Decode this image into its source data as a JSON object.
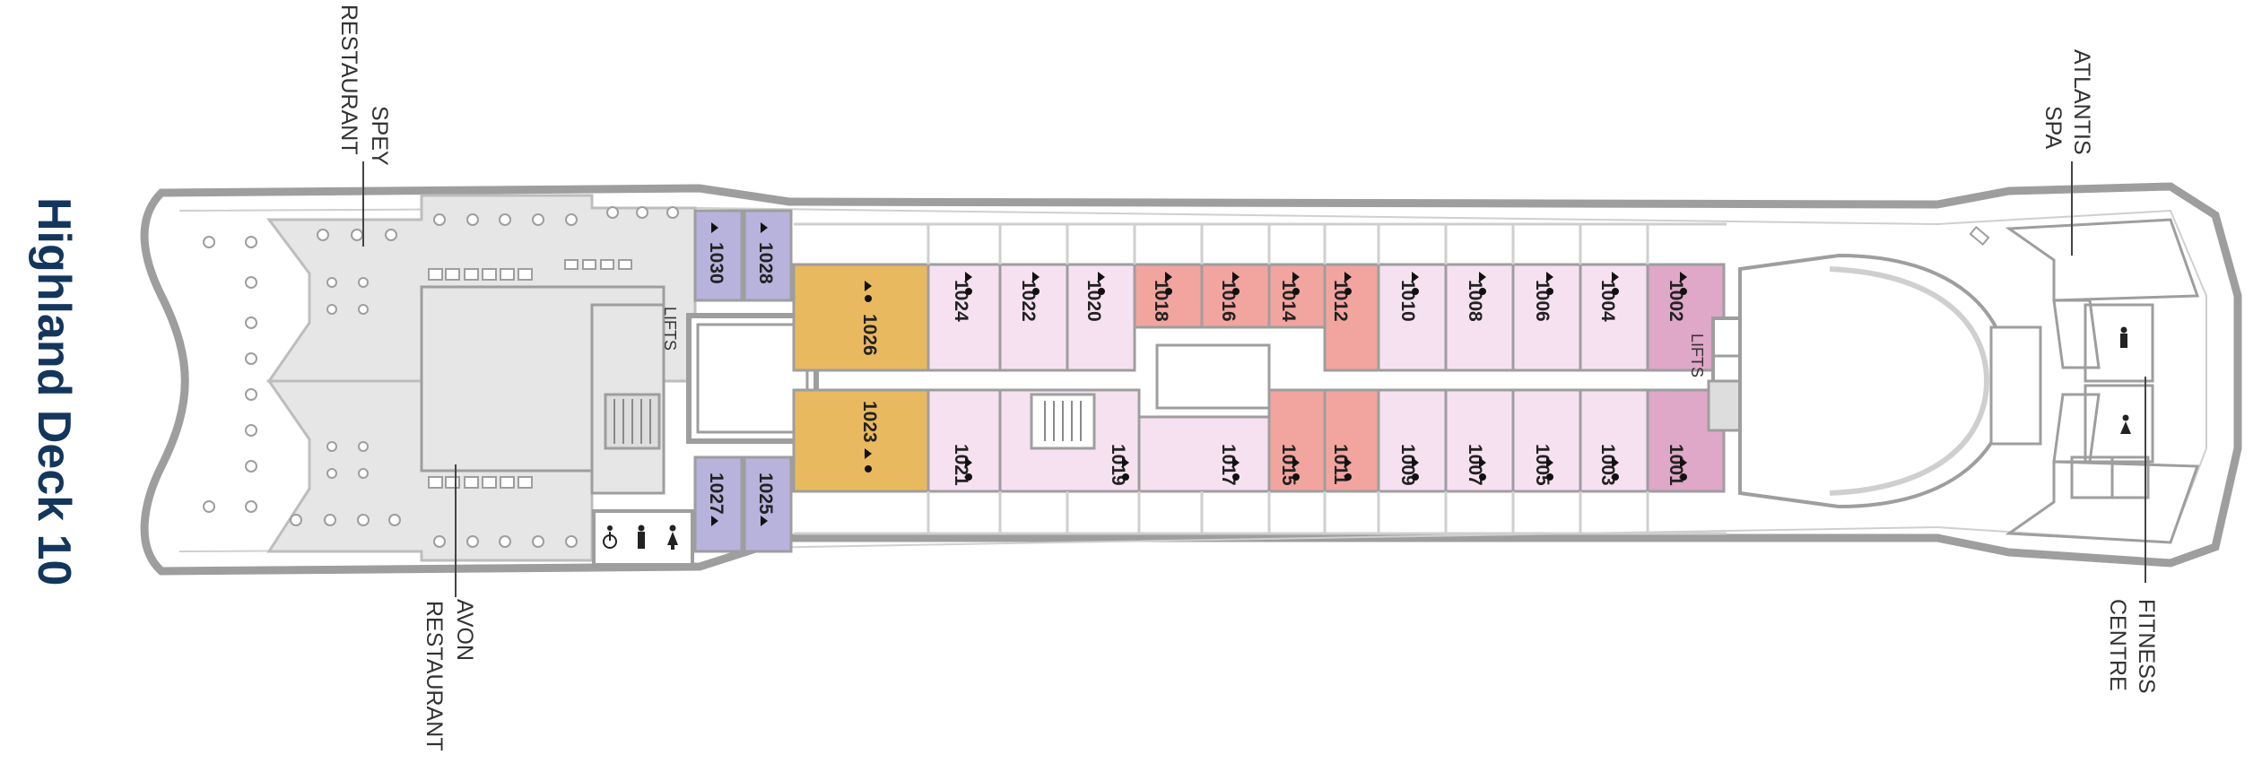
{
  "title": "Highland Deck 10",
  "colors": {
    "hull": "#9e9e9e",
    "public_area": "#e6e6e6",
    "cabin_pink_light": "#f6e1f1",
    "cabin_salmon": "#f2a49f",
    "cabin_mauve": "#dfa7c8",
    "cabin_lavender": "#b7b3dc",
    "cabin_gold": "#e8b95f",
    "title": "#14365d"
  },
  "labels": {
    "spey_restaurant": [
      "SPEY",
      "RESTAURANT"
    ],
    "avon_restaurant": [
      "AVON",
      "RESTAURANT"
    ],
    "atlantis_spa": [
      "ATLANTIS",
      "SPA"
    ],
    "fitness_centre": [
      "FITNESS",
      "CENTRE"
    ],
    "lifts_forward": "LIFTS",
    "lifts_aft": "LIFTS"
  },
  "cabins_top": [
    "1030",
    "1028",
    "1026",
    "1024",
    "1022",
    "1020",
    "1018",
    "1016",
    "1014",
    "1012",
    "1010",
    "1008",
    "1006",
    "1004",
    "1002"
  ],
  "cabins_bottom": [
    "1027",
    "1025",
    "1023",
    "1021",
    "1019",
    "1017",
    "1015",
    "1011",
    "1009",
    "1007",
    "1005",
    "1003",
    "1001"
  ],
  "icons": [
    "accessible-icon",
    "male-toilet-icon",
    "female-toilet-icon",
    "male-icon",
    "female-icon",
    "triangle-icon",
    "dot-icon"
  ]
}
